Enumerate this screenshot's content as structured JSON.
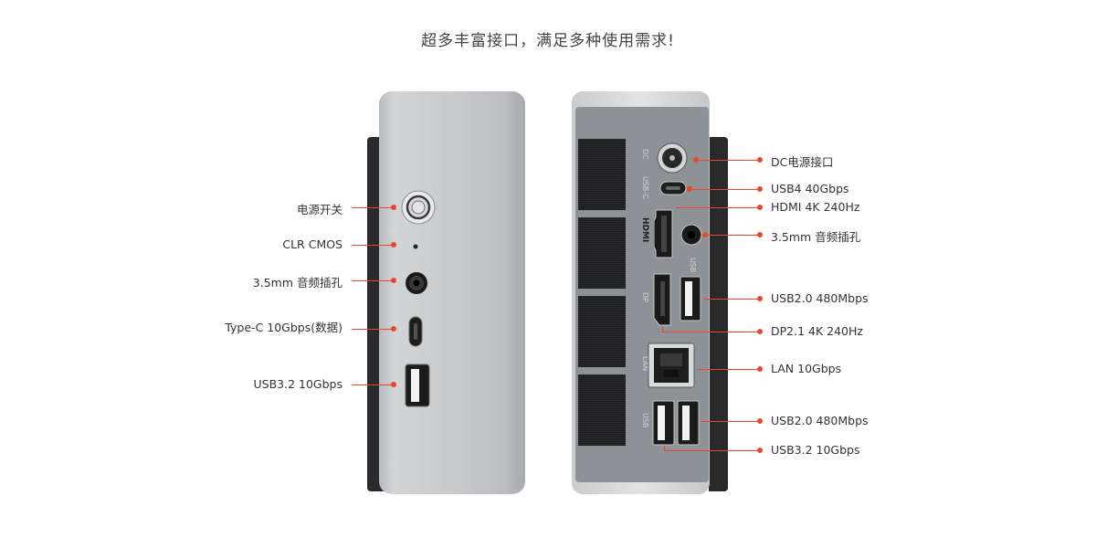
{
  "title": "超多丰富接口，满足多种使用需求!",
  "front_labels": {
    "power": "电源开关",
    "clr_cmos": "CLR CMOS",
    "audio": "3.5mm 音频插孔",
    "type_c": "Type-C 10Gbps(数据)",
    "usb32": "USB3.2 10Gbps"
  },
  "rear_labels": {
    "dc": "DC电源接口",
    "usb4": "USB4 40Gbps",
    "hdmi": "HDMI 4K 240Hz",
    "audio": "3.5mm 音频插孔",
    "usb20_top": "USB2.0 480Mbps",
    "dp": "DP2.1 4K 240Hz",
    "lan": "LAN 10Gbps",
    "usb20_bottom": "USB2.0 480Mbps",
    "usb32": "USB3.2 10Gbps"
  },
  "panel_marks": {
    "dc": "DC",
    "usb_c": "USB-C",
    "hdmi": "HDMI",
    "usb": "USB",
    "dp": "DP",
    "lan": "LAN",
    "usb_bottom": "USB"
  },
  "colors": {
    "accent": "#e8472a",
    "metal": "#c6c8ca",
    "dark": "#2a2a2c"
  }
}
